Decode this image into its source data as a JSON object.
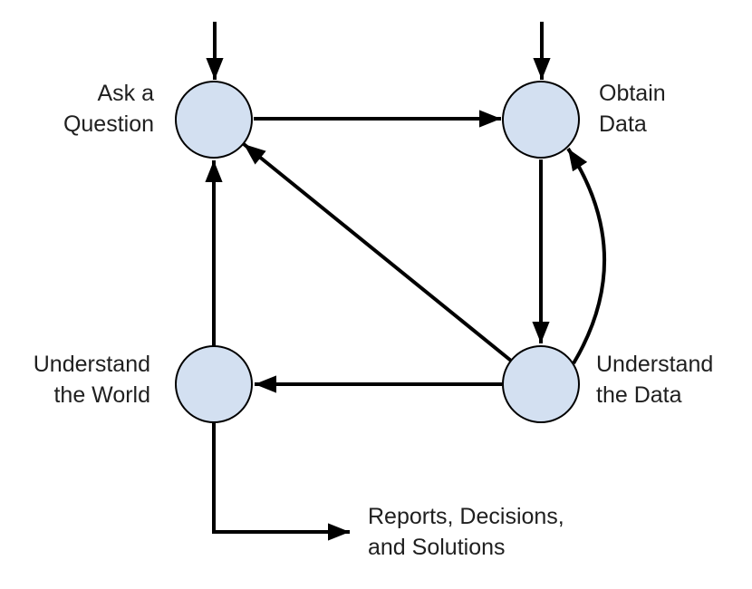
{
  "colors": {
    "background": "#ffffff",
    "node_fill": "#d3e0f1",
    "node_stroke": "#000000",
    "arrow": "#000000",
    "text": "#1f1f1f"
  },
  "nodes": [
    {
      "id": "ask-a-question",
      "label": [
        "Ask a",
        "Question"
      ]
    },
    {
      "id": "obtain-data",
      "label": [
        "Obtain",
        "Data"
      ]
    },
    {
      "id": "understand-the-data",
      "label": [
        "Understand",
        "the Data"
      ]
    },
    {
      "id": "understand-the-world",
      "label": [
        "Understand",
        "the World"
      ]
    }
  ],
  "output_label": [
    "Reports, Decisions,",
    "and Solutions"
  ],
  "edges": [
    {
      "from": "external-top",
      "to": "ask-a-question"
    },
    {
      "from": "external-top",
      "to": "obtain-data"
    },
    {
      "from": "ask-a-question",
      "to": "obtain-data"
    },
    {
      "from": "obtain-data",
      "to": "understand-the-data"
    },
    {
      "from": "understand-the-data",
      "to": "obtain-data"
    },
    {
      "from": "understand-the-data",
      "to": "ask-a-question"
    },
    {
      "from": "understand-the-data",
      "to": "understand-the-world"
    },
    {
      "from": "understand-the-world",
      "to": "ask-a-question"
    },
    {
      "from": "understand-the-world",
      "to": "reports-decisions-and-solutions"
    }
  ]
}
